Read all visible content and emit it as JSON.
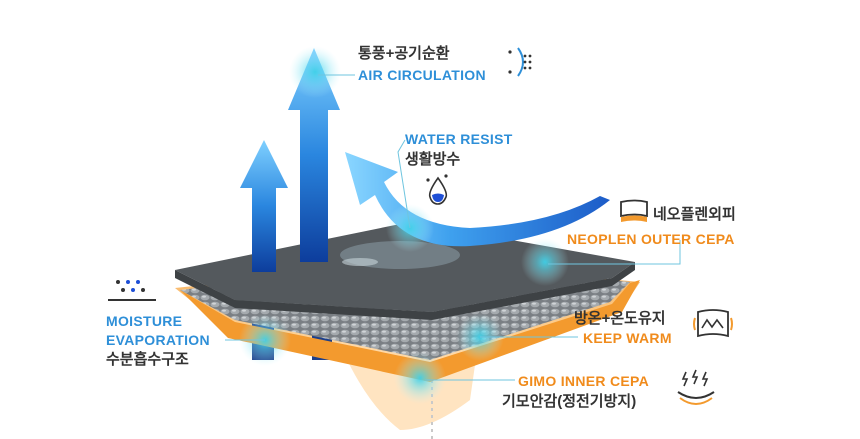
{
  "labels": {
    "air": {
      "ko": "통풍+공기순환",
      "en": "AIR CIRCULATION"
    },
    "water": {
      "en": "WATER RESIST",
      "ko": "생활방수"
    },
    "neoplen": {
      "ko": "네오플렌외피",
      "en": "NEOPLEN OUTER CEPA"
    },
    "moisture": {
      "en1": "MOISTURE",
      "en2": "EVAPORATION",
      "ko": "수분흡수구조"
    },
    "warm": {
      "ko": "방온+온도유지",
      "en": "KEEP WARM"
    },
    "gimo": {
      "en": "GIMO INNER CEPA",
      "ko": "기모안감(정전기방지)"
    }
  },
  "icons": {
    "air": "air-circulation-icon",
    "water": "water-drop-icon",
    "neoplen": "outer-layer-icon",
    "moisture": "moisture-dots-icon",
    "warm": "keep-warm-icon",
    "gimo": "anti-static-icon"
  },
  "colors": {
    "blue_text": "#2e8fd8",
    "orange_text": "#f08b1c",
    "dark_text": "#333333",
    "fabric_top": "#555a5e",
    "fabric_inner": "#f5a343",
    "arrow_blue": "#2a86df"
  }
}
